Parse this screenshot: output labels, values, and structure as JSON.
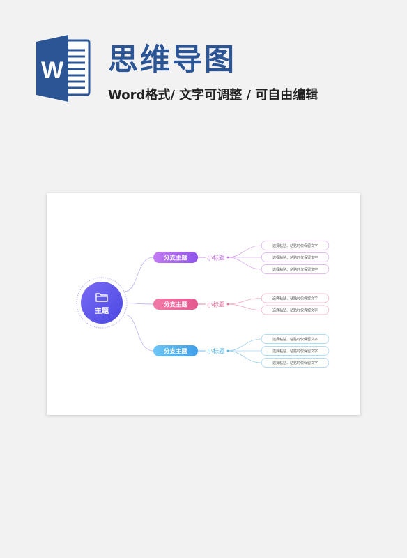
{
  "header": {
    "title": "思维导图",
    "subtitle": "Word格式/ 文字可调整 / 可自由编辑",
    "logo_letter": "W"
  },
  "mindmap": {
    "center": {
      "label": "主题",
      "icon": "folder-icon"
    },
    "branches": [
      {
        "label": "分支主题",
        "subtitle": "小标题",
        "color_start": "#c37bf2",
        "color_end": "#8f55ea",
        "accent": "#c070e0",
        "leaves": [
          "选择粘贴、粘贴时仅保留文字",
          "选择粘贴、粘贴时仅保留文字",
          "选择粘贴、粘贴时仅保留文字"
        ]
      },
      {
        "label": "分支主题",
        "subtitle": "小标题",
        "color_start": "#f27aa8",
        "color_end": "#e4588f",
        "accent": "#e8709c",
        "leaves": [
          "选择粘贴、粘贴时仅保留文字",
          "选择粘贴、粘贴时仅保留文字"
        ]
      },
      {
        "label": "分支主题",
        "subtitle": "小标题",
        "color_start": "#6cc6f4",
        "color_end": "#3f9ee8",
        "accent": "#56b4ea",
        "leaves": [
          "选择粘贴、粘贴时仅保留文字",
          "选择粘贴、粘贴时仅保留文字",
          "选择粘贴、粘贴时仅保留文字"
        ]
      }
    ]
  }
}
